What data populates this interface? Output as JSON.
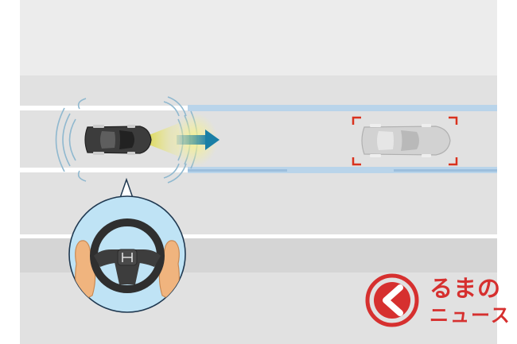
{
  "colors": {
    "road": "#e1e1e1",
    "shoulder": "#d5d5d5",
    "lane_line": "#ffffff",
    "assist_line": "#b9d4ea",
    "radar_cone": "#d4cf10",
    "radar_arrow": "#1a7fa6",
    "target_bracket": "#d9321e",
    "ego_car": "#3c3c3c",
    "target_car": "#c5c5c5",
    "inset_fill": "#bfe3f5",
    "watermark": "#d6302f"
  },
  "icons": {
    "ego": "host-car-icon",
    "target": "preceding-car-icon",
    "sensor": "radar-waves-icon",
    "direction": "forward-arrow-icon",
    "lock": "target-bracket-icon",
    "hands": "steering-wheel-hands-icon",
    "emblem": "honda-emblem-icon",
    "brand": "kurumanonews-logo"
  },
  "watermark": {
    "top": "るまの",
    "bottom": "ニュース"
  }
}
